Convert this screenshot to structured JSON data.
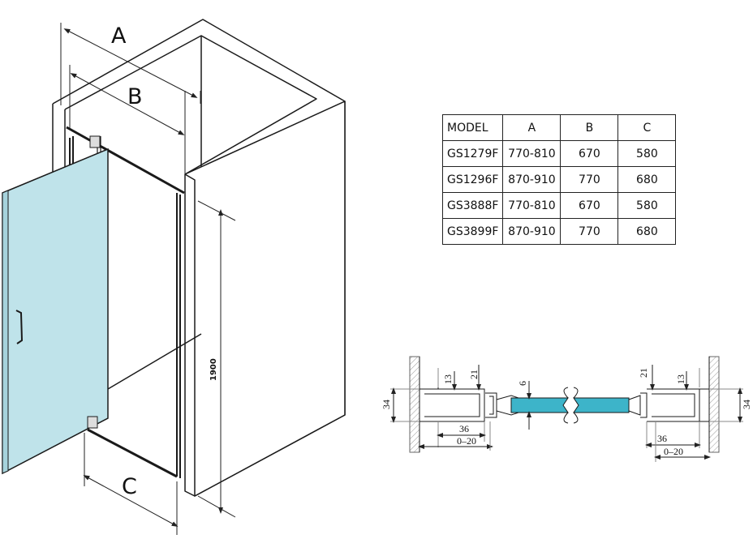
{
  "dimensions": {
    "a": "A",
    "b": "B",
    "c": "C",
    "height": "1900"
  },
  "table": {
    "headers": [
      "MODEL",
      "A",
      "B",
      "C"
    ],
    "rows": [
      [
        "GS1279F",
        "770-810",
        "670",
        "580"
      ],
      [
        "GS1296F",
        "870-910",
        "770",
        "680"
      ],
      [
        "GS3888F",
        "770-810",
        "670",
        "580"
      ],
      [
        "GS3899F",
        "870-910",
        "770",
        "680"
      ]
    ]
  },
  "profile_left": {
    "d34": "34",
    "d13": "13",
    "d21": "21",
    "d36": "36",
    "d020": "0–20",
    "d6": "6"
  },
  "profile_right": {
    "d34": "34",
    "d13": "13",
    "d21": "21",
    "d36": "36",
    "d020": "0–20"
  },
  "colors": {
    "glass": "#bfe3ea",
    "glass_section": "#3db4c9",
    "line": "#1a1a1a",
    "hatch": "#888888"
  }
}
